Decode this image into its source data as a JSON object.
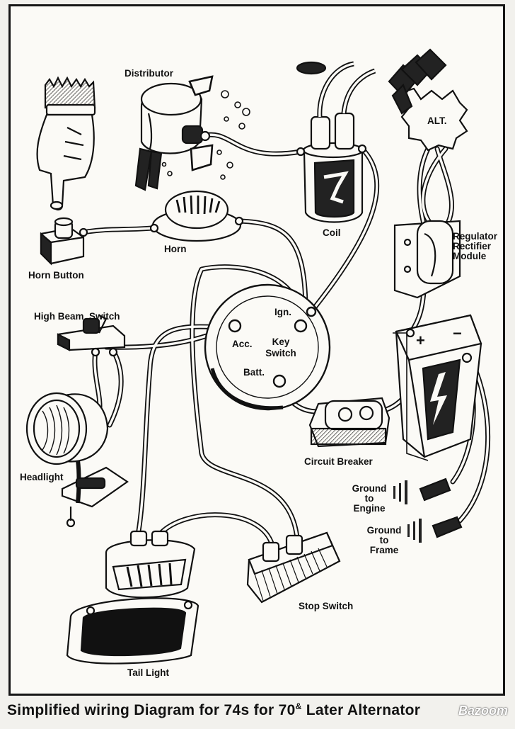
{
  "labels": {
    "distributor": "Distributor",
    "coil": "Coil",
    "alt": "ALT.",
    "horn": "Horn",
    "horn_button": "Horn Button",
    "regulator_line1": "Regulator",
    "regulator_line2": "Rectifier",
    "regulator_line3": "Module",
    "high_beam_switch": "High Beam  Switch",
    "ign": "Ign.",
    "acc": "Acc.",
    "key_line1": "Key",
    "key_line2": "Switch",
    "batt": "Batt.",
    "headlight": "Headlight",
    "circuit_breaker": "Circuit Breaker",
    "ground_engine_line1": "Ground",
    "ground_engine_line2": "to",
    "ground_engine_line3": "Engine",
    "ground_frame_line1": "Ground",
    "ground_frame_line2": "to",
    "ground_frame_line3": "Frame",
    "stop_switch": "Stop Switch",
    "tail_light": "Tail Light"
  },
  "caption": {
    "text_before": "Simplified wiring Diagram for 74s for 70",
    "sup": "&",
    "text_after": " Later Alternator"
  },
  "watermark": "Bazoom",
  "colors": {
    "ink": "#111111",
    "paper": "#fbfaf6"
  }
}
